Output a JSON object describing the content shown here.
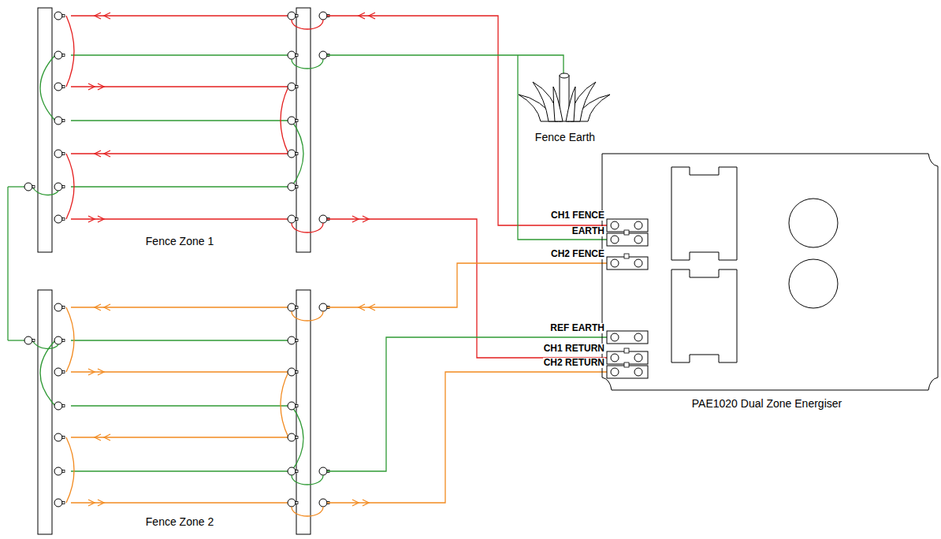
{
  "diagram": {
    "nodes": [
      {
        "text": [
          "PAE1020 Dual Zone Energiser"
        ]
      }
    ],
    "labels": [
      "Fence Earth",
      "CH1 FENCE",
      "EARTH",
      "CH2 FENCE",
      "Fence Zone 1",
      "REF EARTH",
      "CH1 RETURN",
      "CH2 RETURN",
      "Fence Zone 2"
    ]
  }
}
